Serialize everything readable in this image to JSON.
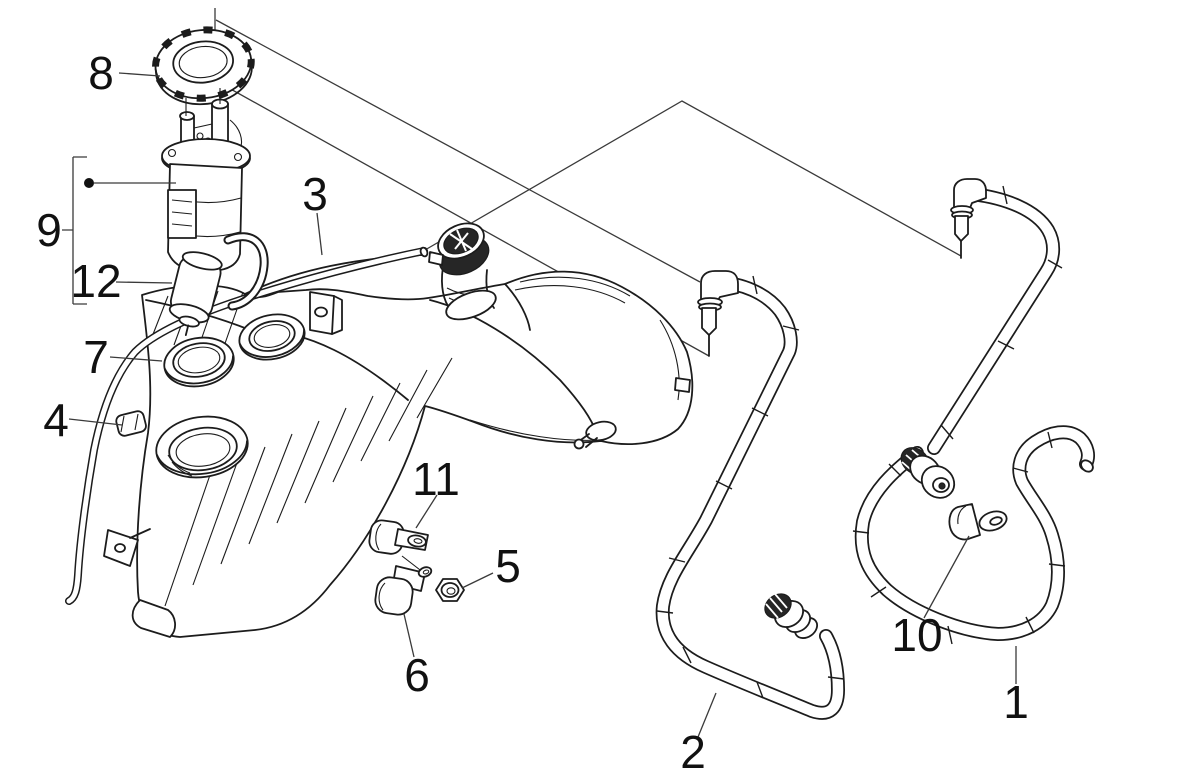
{
  "diagram": {
    "background": "#ffffff",
    "line_color": "#1c1c1c",
    "callouts": {
      "c1": {
        "label": "1"
      },
      "c2": {
        "label": "2"
      },
      "c3": {
        "label": "3"
      },
      "c4": {
        "label": "4"
      },
      "c5": {
        "label": "5"
      },
      "c6": {
        "label": "6"
      },
      "c7": {
        "label": "7"
      },
      "c8": {
        "label": "8"
      },
      "c9": {
        "label": "9"
      },
      "c10": {
        "label": "10"
      },
      "c11": {
        "label": "11"
      },
      "c12": {
        "label": "12"
      }
    }
  }
}
